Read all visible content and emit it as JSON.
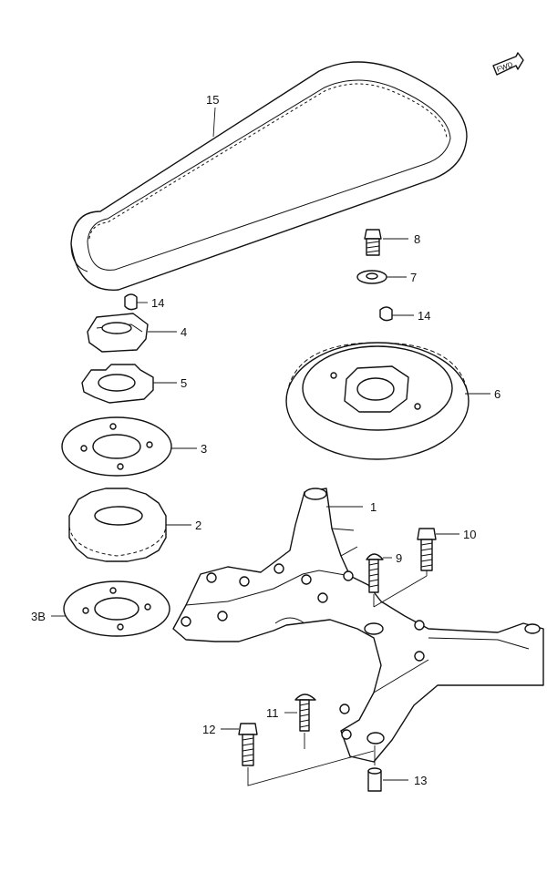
{
  "direction_marker": {
    "label": "FWD",
    "icon": "fwd-arrow-icon"
  },
  "callouts": [
    {
      "part": "15",
      "text": "15"
    },
    {
      "part": "8",
      "text": "8"
    },
    {
      "part": "7",
      "text": "7"
    },
    {
      "part": "14a",
      "text": "14"
    },
    {
      "part": "14b",
      "text": "14"
    },
    {
      "part": "4",
      "text": "4"
    },
    {
      "part": "5",
      "text": "5"
    },
    {
      "part": "6",
      "text": "6"
    },
    {
      "part": "3",
      "text": "3"
    },
    {
      "part": "1",
      "text": "1"
    },
    {
      "part": "2",
      "text": "2"
    },
    {
      "part": "10",
      "text": "10"
    },
    {
      "part": "9",
      "text": "9"
    },
    {
      "part": "3B",
      "text": "3B"
    },
    {
      "part": "11",
      "text": "11"
    },
    {
      "part": "12",
      "text": "12"
    },
    {
      "part": "13",
      "text": "13"
    }
  ]
}
